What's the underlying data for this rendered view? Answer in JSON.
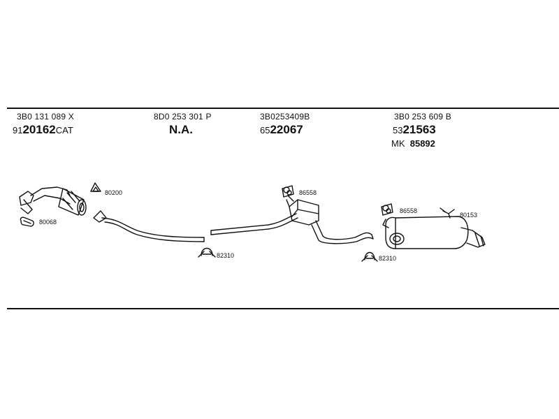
{
  "headers": [
    {
      "oe": "3B0 131 089 X",
      "prefix": "91",
      "number": "20162",
      "suffix": "CAT"
    },
    {
      "oe": "8D0 253 301 P",
      "status": "N.A."
    },
    {
      "oe": "3B0253409B",
      "prefix": "65",
      "number": "22067"
    },
    {
      "oe": "3B0 253 609 B",
      "prefix": "53",
      "number": "21563",
      "mk_prefix": "MK",
      "mk_number": "85892"
    }
  ],
  "labels": {
    "p80068": "80068",
    "p80200": "80200",
    "p82310a": "82310",
    "p86558a": "86558",
    "p86558b": "86558",
    "p80153": "80153",
    "p82310b": "82310"
  }
}
